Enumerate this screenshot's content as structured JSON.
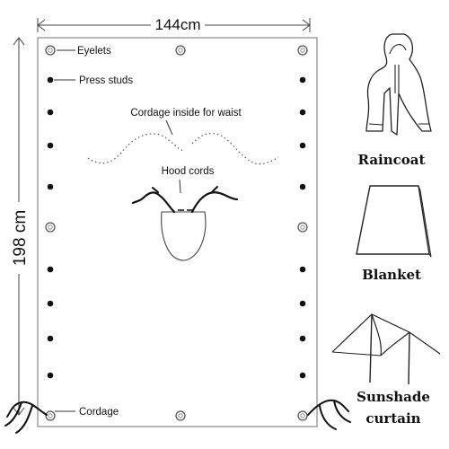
{
  "dimensions": {
    "width": "144cm",
    "height": "198 cm"
  },
  "labels": {
    "eyelets": "Eyelets",
    "press_studs": "Press studs",
    "cordage_waist": "Cordage inside for waist",
    "hood_cords": "Hood cords",
    "cordage": "Cordage"
  },
  "uses": {
    "raincoat": "Raincoat",
    "blanket": "Blanket",
    "sunshade_line1": "Sunshade",
    "sunshade_line2": "curtain"
  },
  "icons": [
    "raincoat-icon",
    "blanket-icon",
    "sunshade-icon",
    "eyelet-icon",
    "press-stud-icon"
  ]
}
